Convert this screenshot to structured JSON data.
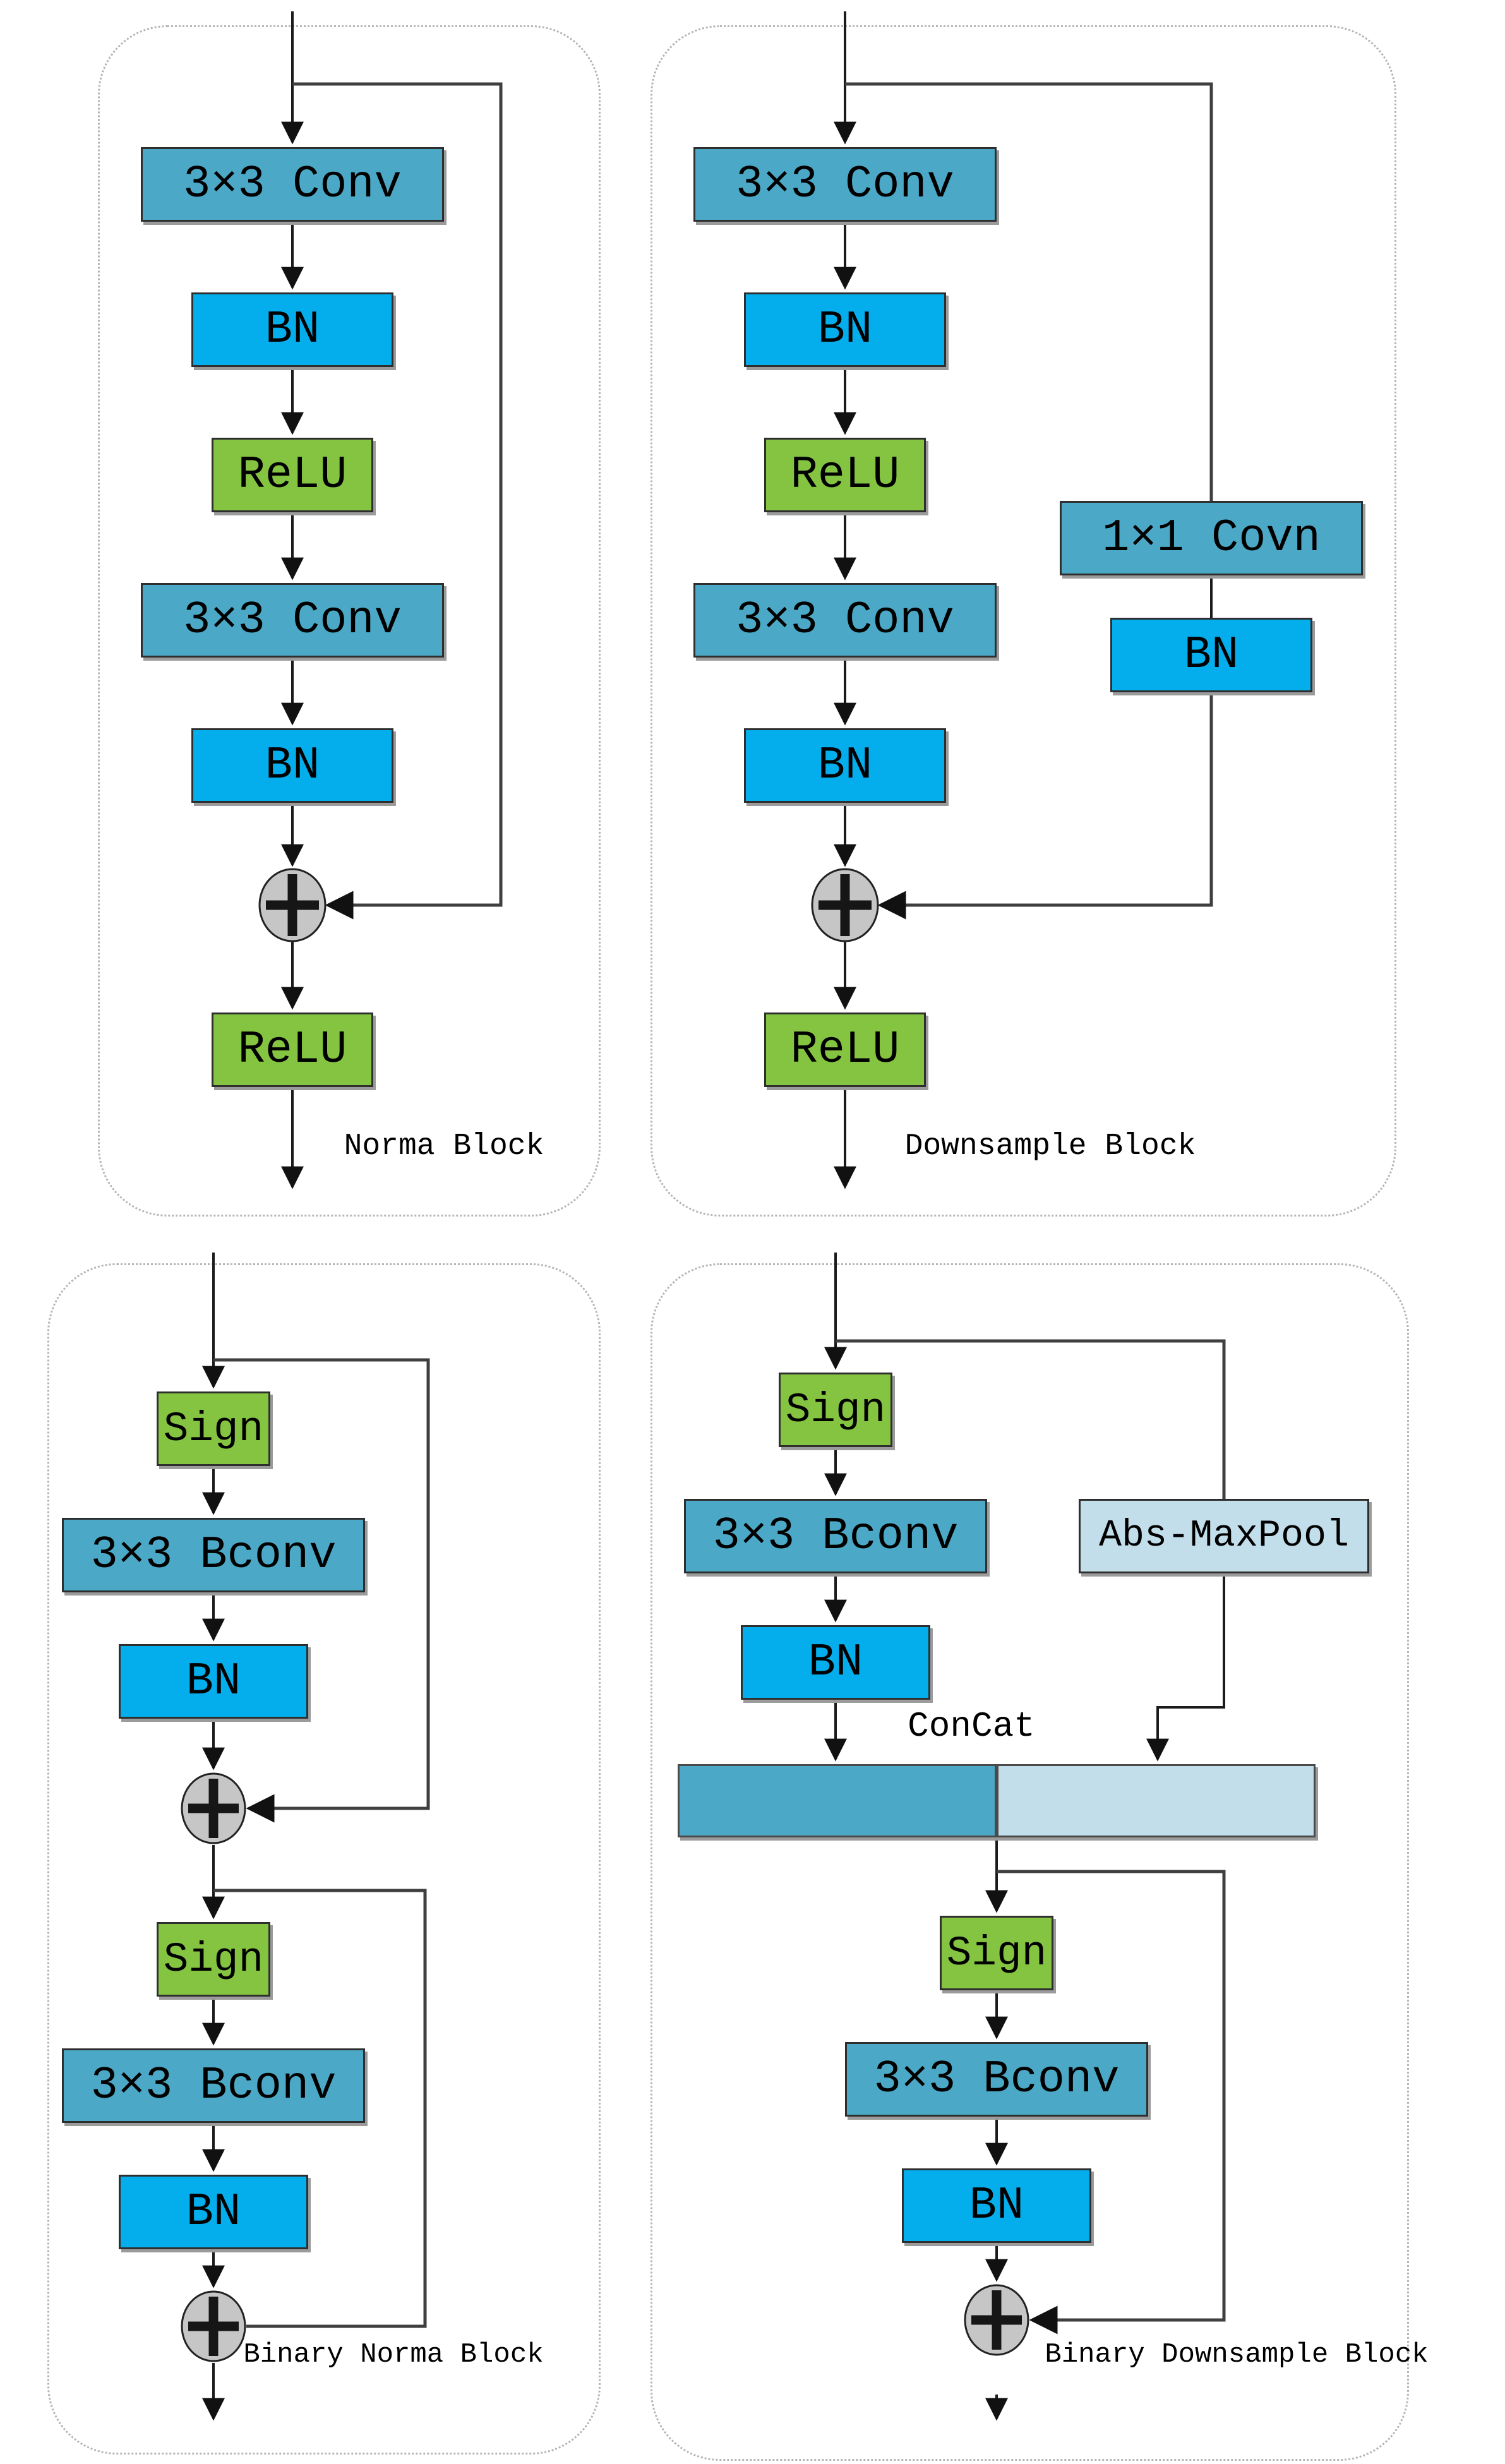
{
  "colors": {
    "conv_fill": "#4BA8C6",
    "bn_fill": "#04AEEC",
    "activation_fill": "#84C441",
    "pool_fill": "#C2DEEA",
    "concat_left_fill": "#4BA8C6",
    "concat_right_fill": "#C2DEEA",
    "adder_fill": "#C6C6C6",
    "line_color": "#1B1B1B",
    "panel_border": "#B5B5B5",
    "background": "#FFFFFF"
  },
  "icons": {
    "add": "circled-plus"
  },
  "panels": [
    {
      "caption": "Norma Block",
      "boxes": {
        "conv1": "3×3 Conv",
        "bn1": "BN",
        "relu1": "ReLU",
        "conv2": "3×3 Conv",
        "bn2": "BN",
        "relu2": "ReLU"
      }
    },
    {
      "caption": "Downsample Block",
      "boxes": {
        "conv1": "3×3 Conv",
        "bn1": "BN",
        "relu1": "ReLU",
        "shortcut_conv": "1×1 Covn",
        "shortcut_bn": "BN",
        "conv2": "3×3 Conv",
        "bn2": "BN",
        "relu2": "ReLU"
      }
    },
    {
      "caption": "Binary Norma Block",
      "boxes": {
        "sign1": "Sign",
        "bconv1": "3×3 Bconv",
        "bn1": "BN",
        "sign2": "Sign",
        "bconv2": "3×3 Bconv",
        "bn2": "BN"
      }
    },
    {
      "caption": "Binary Downsample Block",
      "boxes": {
        "sign1": "Sign",
        "bconv1": "3×3 Bconv",
        "pool": "Abs-MaxPool",
        "bn1": "BN",
        "concat": "ConCat",
        "sign2": "Sign",
        "bconv2": "3×3 Bconv",
        "bn2": "BN"
      }
    }
  ]
}
